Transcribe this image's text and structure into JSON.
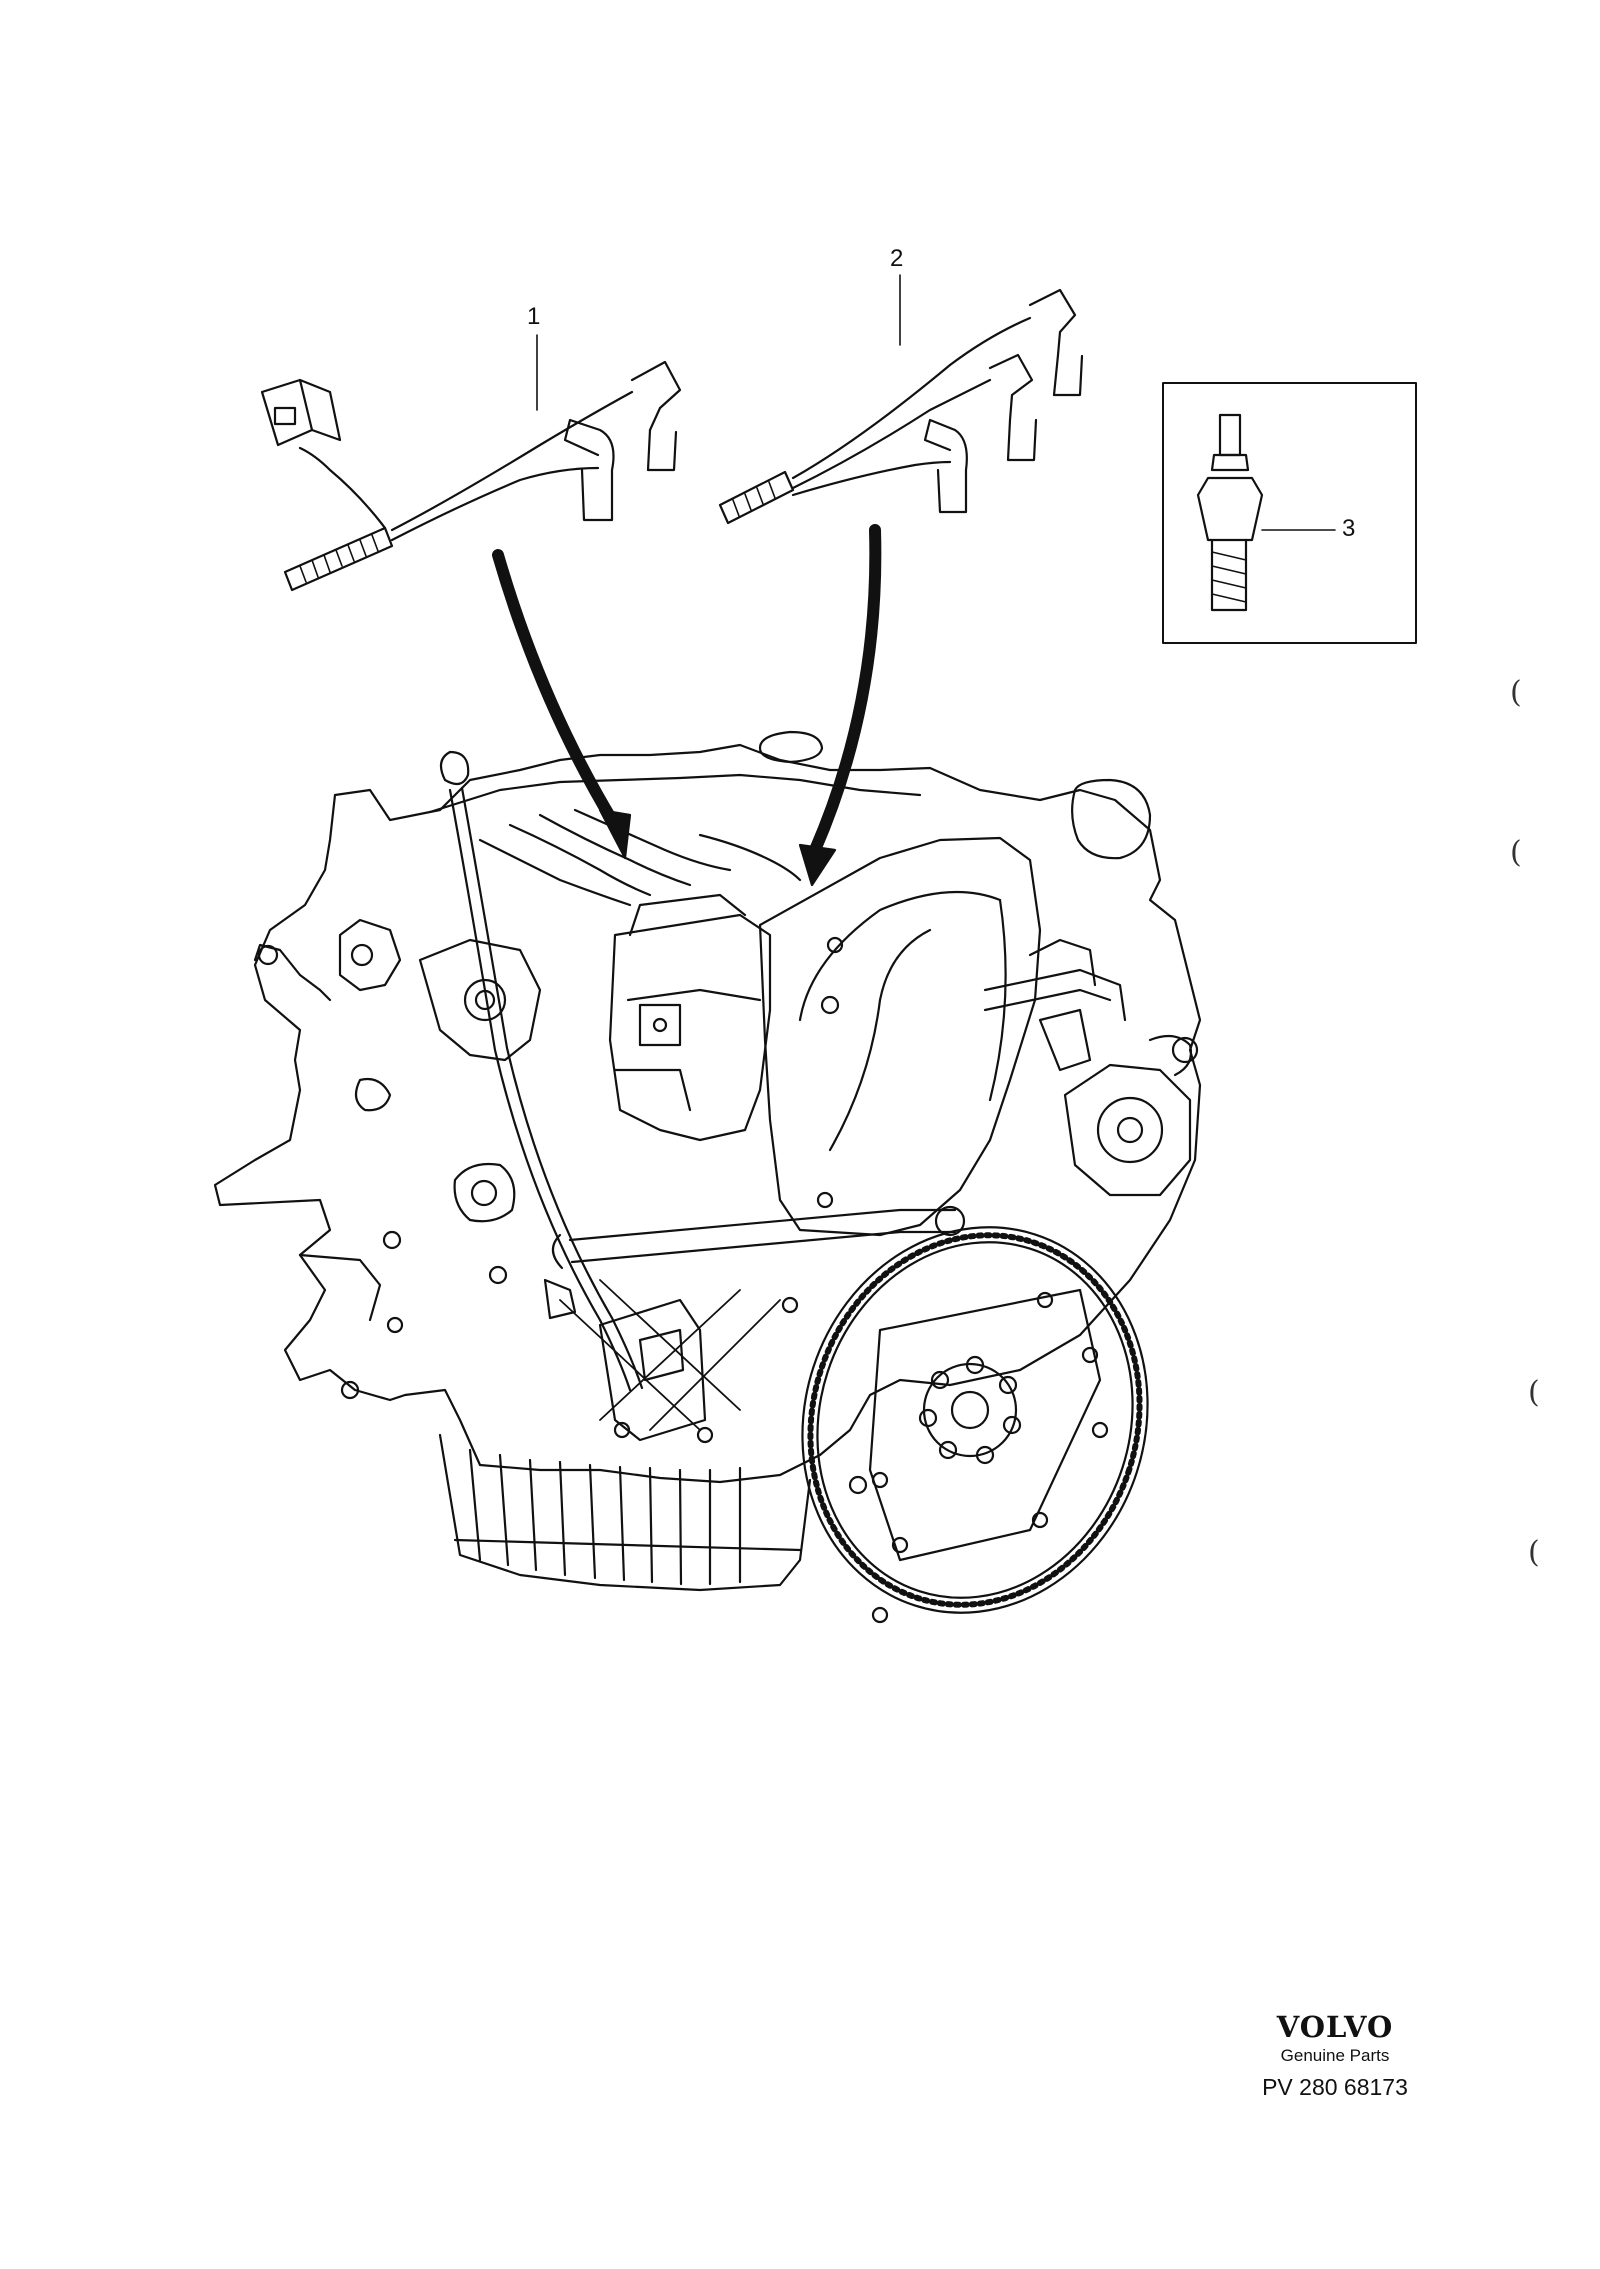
{
  "callouts": [
    {
      "id": "1",
      "label": "1"
    },
    {
      "id": "2",
      "label": "2"
    },
    {
      "id": "3",
      "label": "3"
    }
  ],
  "brand": {
    "logo": "VOLVO",
    "subtitle": "Genuine Parts",
    "code": "PV 280 68173"
  },
  "margin_marks": [
    "(",
    "(",
    "(",
    "("
  ],
  "colors": {
    "line": "#111111",
    "background": "#ffffff"
  }
}
